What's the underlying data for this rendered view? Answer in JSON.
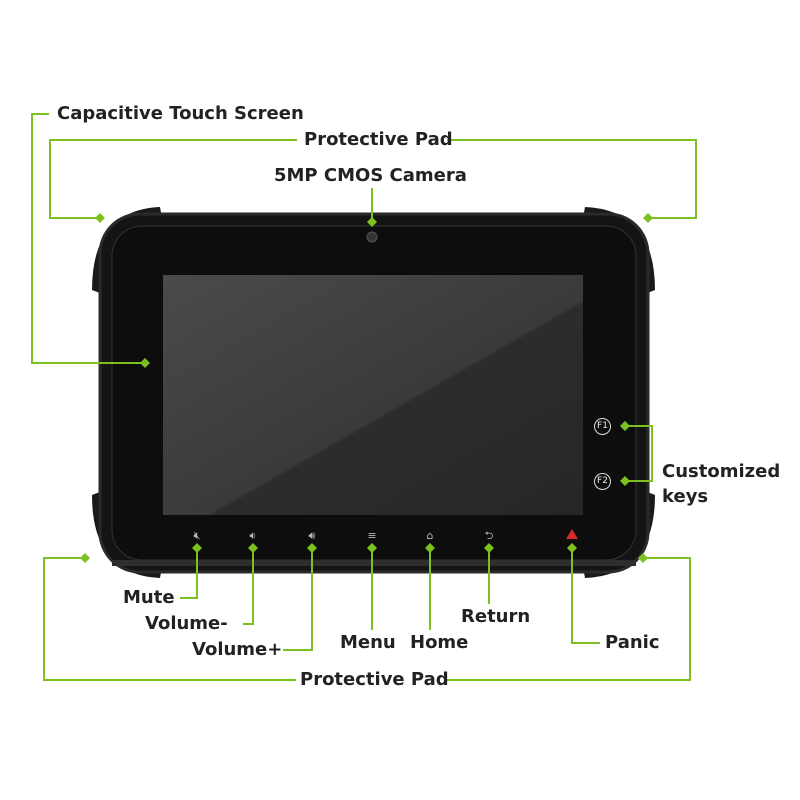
{
  "accent_color": "#7cc11f",
  "labels": {
    "touch_screen": "Capacitive Touch Screen",
    "protective_pad_top": "Protective Pad",
    "camera": "5MP CMOS Camera",
    "customized_keys_1": "Customized",
    "customized_keys_2": "keys",
    "mute": "Mute",
    "volume_down": "Volume-",
    "volume_up": "Volume+",
    "menu": "Menu",
    "home": "Home",
    "return": "Return",
    "panic": "Panic",
    "protective_pad_bottom": "Protective Pad"
  },
  "keys": {
    "f1": "F1",
    "f2": "F2"
  },
  "icons": [
    "mute-icon",
    "volume-down-icon",
    "volume-up-icon",
    "menu-icon",
    "home-icon",
    "return-icon",
    "panic-icon"
  ]
}
